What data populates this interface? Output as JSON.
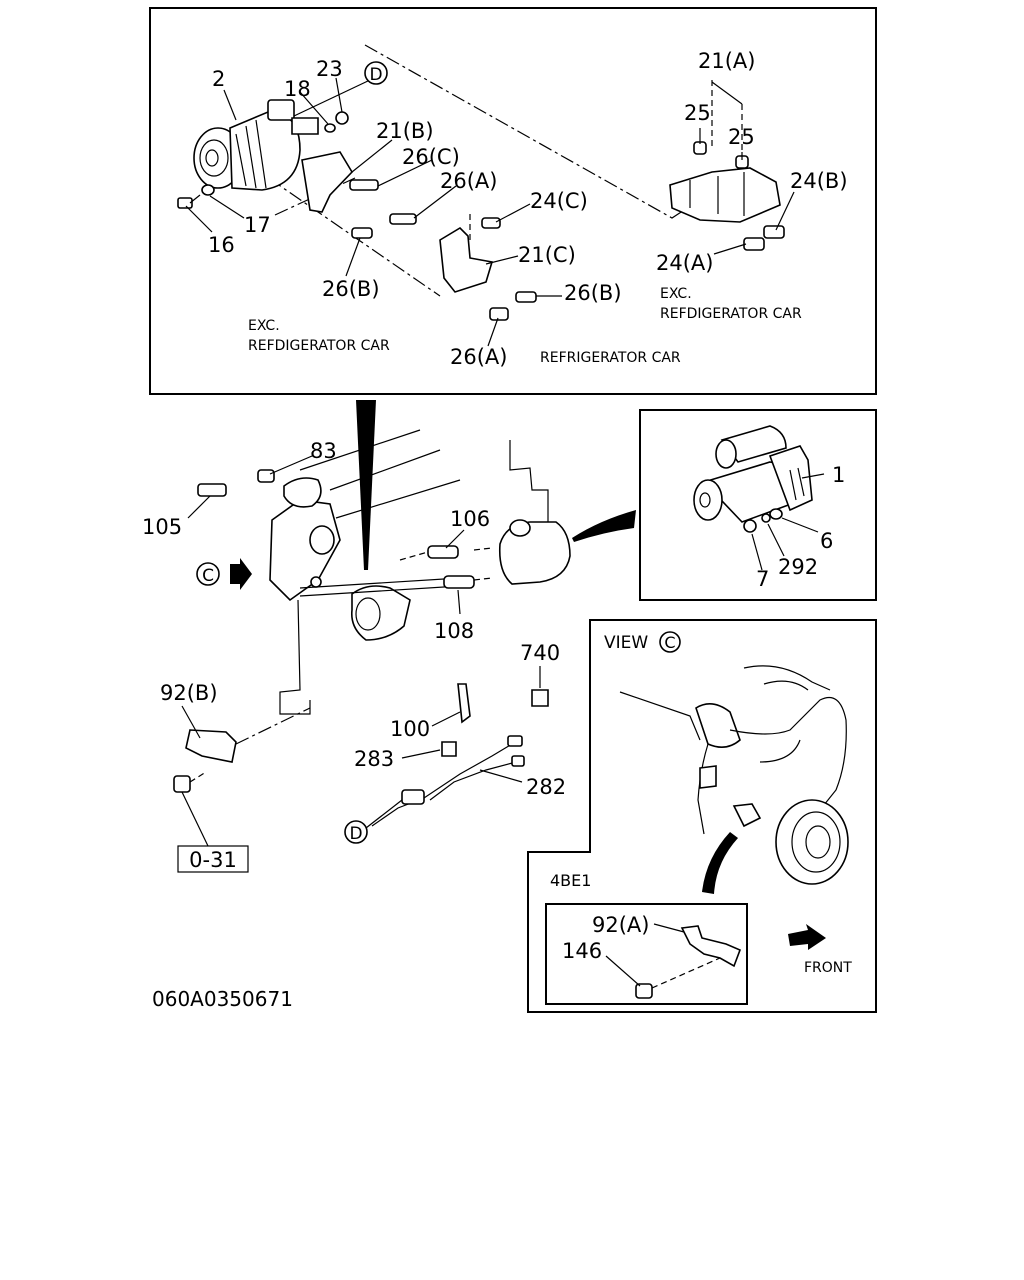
{
  "diagram_code": "060A0350671",
  "top_panel": {
    "labels": {
      "p2": "2",
      "p18": "18",
      "p23": "23",
      "p21b": "21(B)",
      "p26c": "26(C)",
      "p26a_top": "26(A)",
      "p17": "17",
      "p16": "16",
      "p26b_left": "26(B)",
      "p24c": "24(C)",
      "p21c": "21(C)",
      "p26b_right": "26(B)",
      "p26a_bottom": "26(A)",
      "p21a": "21(A)",
      "p25_left": "25",
      "p25_right": "25",
      "p24b": "24(B)",
      "p24a": "24(A)"
    },
    "circle_d": "D",
    "note_left_1": "EXC.",
    "note_left_2": "REFDIGERATOR CAR",
    "note_right_1": "EXC.",
    "note_right_2": "REFDIGERATOR CAR",
    "note_refrigerator": "REFRIGERATOR CAR"
  },
  "starter_panel": {
    "labels": {
      "p1": "1",
      "p6": "6",
      "p7": "7",
      "p292": "292"
    }
  },
  "engine": {
    "labels": {
      "p83": "83",
      "p105": "105",
      "p106": "106",
      "p108": "108",
      "p740": "740",
      "p92b": "92(B)",
      "p100": "100",
      "p283": "283",
      "p282": "282"
    },
    "circle_c": "C",
    "circle_d": "D",
    "ref_box": "0-31"
  },
  "view_panel": {
    "title": "VIEW",
    "circle_c": "C",
    "variant": "4BE1",
    "labels": {
      "p92a": "92(A)",
      "p146": "146"
    },
    "front_label": "FRONT"
  }
}
